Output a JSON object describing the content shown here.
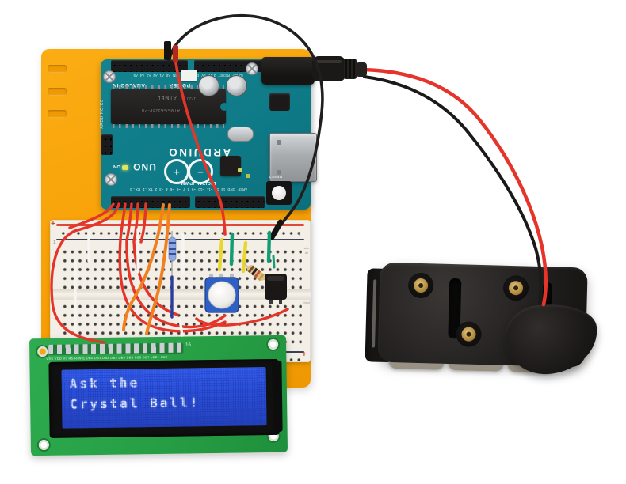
{
  "arduino": {
    "brand": "ARDUINO",
    "model": "UNO",
    "digital_label": "DIGITAL (PWM~)",
    "analog_label": "ANALOG IN",
    "power_label": "POWER",
    "on_label": "ON",
    "reset_label": "RESET",
    "edge_label": "ARDUINO.CC",
    "chip_brand": "ATMEL",
    "chip_code": "1720",
    "chip_model": "ATMEGA328P-PU",
    "power_analog_pins": "IOREF RESET 3.3V 5V GND GND VIN A0 A1 A2 A3 A4 A5",
    "digital_pins": "AREF GND 13 12 ~11 ~10 ~9 8 7 ~6 ~5 4 ~3 2 TX→1 RX←0",
    "logo_plus": "+",
    "logo_minus": "−"
  },
  "breadboard": {
    "plus": "+",
    "row_first": "1",
    "letters_top": "abcde",
    "letters_bottom": "fghij"
  },
  "lcd": {
    "line1": "Ask the",
    "line2": "Crystal Ball!",
    "pin_first": "1",
    "pin_last": "16",
    "pin_labels": "VSS VDD V0 RS R/W E DB0 DB1 DB2 DB3 DB4 DB5 DB6 DB7 LED+ LED-"
  },
  "colors": {
    "plate_orange": "#F8A50F",
    "arduino_teal": "#0F7B88",
    "breadboard_white": "#F3EFE7",
    "lcd_pcb_green": "#27A045",
    "lcd_screen_blue": "#2B50D8",
    "lcd_text": "#DBE7FF",
    "wire_red": "#E5352B",
    "wire_orange": "#F08122",
    "wire_yellow": "#E9D62F",
    "wire_green": "#119E74",
    "wire_white": "#F7F5F1",
    "wire_black": "#1C1A19",
    "wire_blue": "#2B3D9B",
    "battery_black": "#232120",
    "brass": "#B08A3E"
  }
}
